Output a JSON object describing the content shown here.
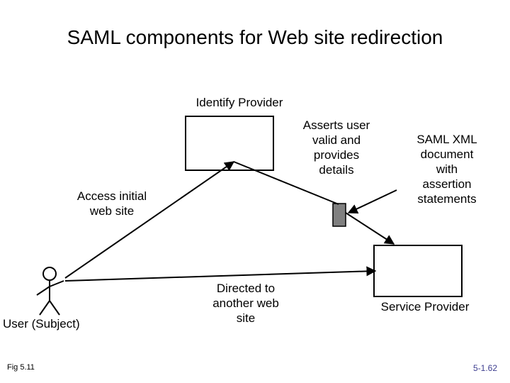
{
  "slide": {
    "title": "SAML components for Web site redirection",
    "footer_left": "Fig 5.11",
    "footer_right": "5-1.62",
    "background_color": "#ffffff",
    "accent_color": "#808080",
    "footer_right_color": "#3d3d8f"
  },
  "diagram": {
    "type": "flow-diagram",
    "nodes": [
      {
        "id": "identify-provider",
        "label": "Identify Provider",
        "shape": "rectangle"
      },
      {
        "id": "service-provider",
        "label": "Service Provider",
        "shape": "rectangle"
      },
      {
        "id": "user",
        "label": "User (Subject)",
        "shape": "stick-figure"
      },
      {
        "id": "token",
        "label": "",
        "shape": "small-filled-rectangle",
        "color": "#808080"
      }
    ],
    "edge_labels": [
      {
        "id": "access-initial",
        "label": "Access initial\nweb site"
      },
      {
        "id": "asserts-user",
        "label": "Asserts user\nvalid and\nprovides\ndetails"
      },
      {
        "id": "saml-xml",
        "label": "SAML XML\ndocument\nwith\nassertion\nstatements"
      },
      {
        "id": "directed-to",
        "label": "Directed to\nanother web\nsite"
      }
    ]
  }
}
